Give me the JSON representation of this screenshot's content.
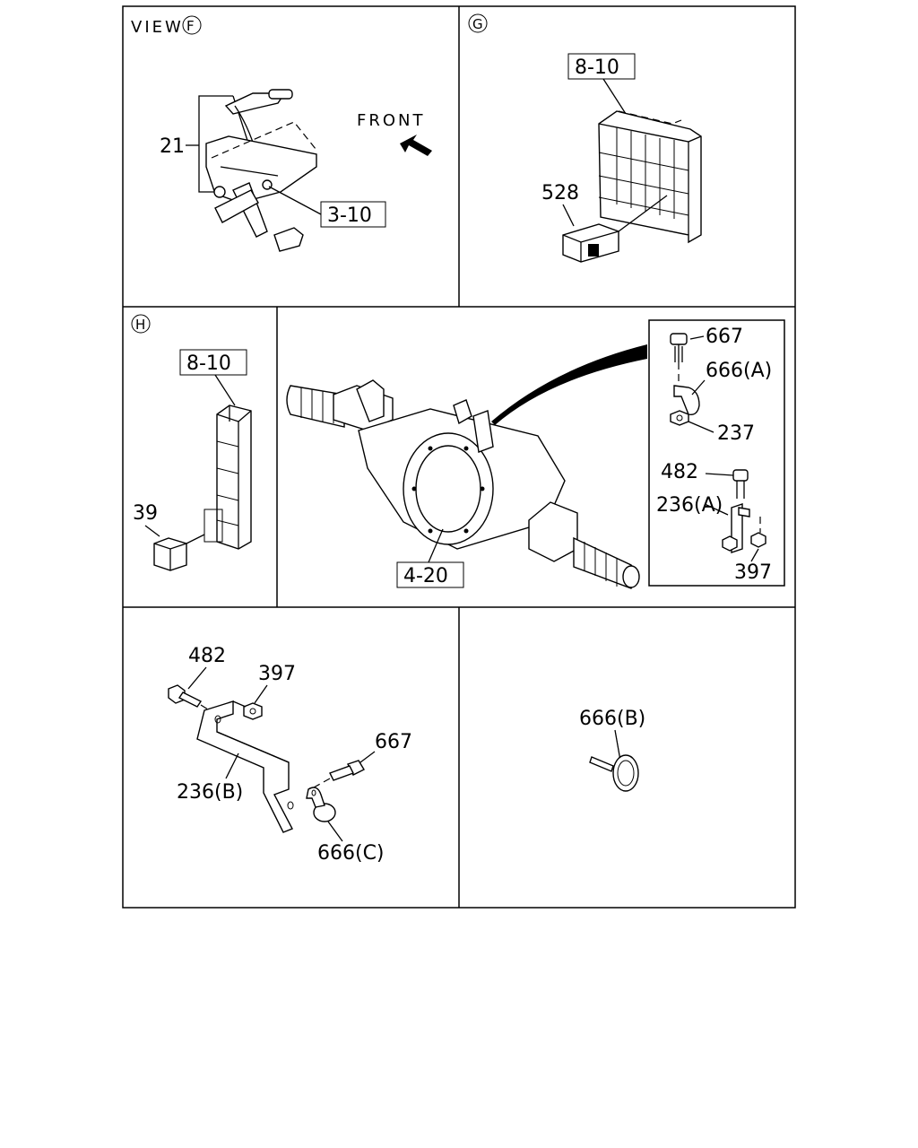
{
  "panels": {
    "f": {
      "view_word": "VIEW",
      "view_letter": "F",
      "front_label": "FRONT",
      "part_21": "21",
      "ref_3_10": "3-10"
    },
    "g": {
      "view_letter": "G",
      "ref_8_10": "8-10",
      "part_528": "528"
    },
    "h": {
      "view_letter": "H",
      "ref_8_10": "8-10",
      "part_39": "39"
    },
    "axle": {
      "ref_4_20": "4-20",
      "detail": {
        "p667": "667",
        "p666a": "666(A)",
        "p237": "237",
        "p482": "482",
        "p236a": "236(A)",
        "p397": "397"
      }
    },
    "bracket": {
      "p482": "482",
      "p397": "397",
      "p667": "667",
      "p236b": "236(B)",
      "p666c": "666(C)"
    },
    "clamp": {
      "p666b": "666(B)"
    }
  }
}
